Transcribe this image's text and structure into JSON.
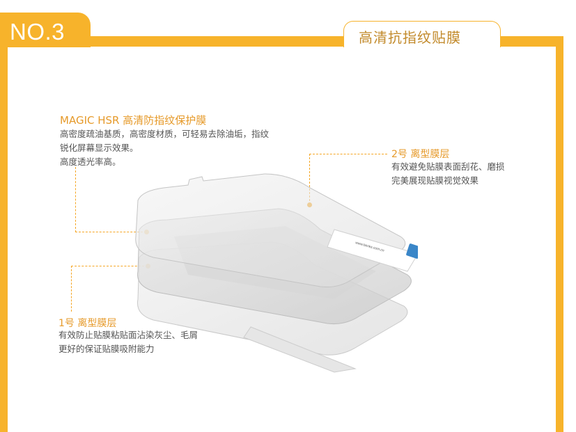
{
  "header": {
    "number_label": "NO.3",
    "title": "高清抗指纹贴膜"
  },
  "annotations": {
    "magic": {
      "title": "MAGIC HSR 高清防指纹保护膜",
      "lines": [
        "高密度疏油基质，高密度材质，可轻易去除油垢，指纹",
        "锐化屏幕显示效果。",
        "高度透光率高。"
      ]
    },
    "layer2": {
      "title": "2号 离型膜层",
      "lines": [
        "有效避免贴膜表面刮花、磨损",
        "完美展现贴膜视觉效果"
      ]
    },
    "layer1": {
      "title": "1号 离型膜层",
      "lines": [
        "有效防止贴膜粘贴面沾染灰尘、毛屑",
        "更好的保证贴膜吸附能力"
      ]
    }
  },
  "tag": {
    "url": "www.benks.com.cn"
  },
  "colors": {
    "accent": "#f7b32b",
    "label": "#e69a2a",
    "text": "#555555"
  }
}
